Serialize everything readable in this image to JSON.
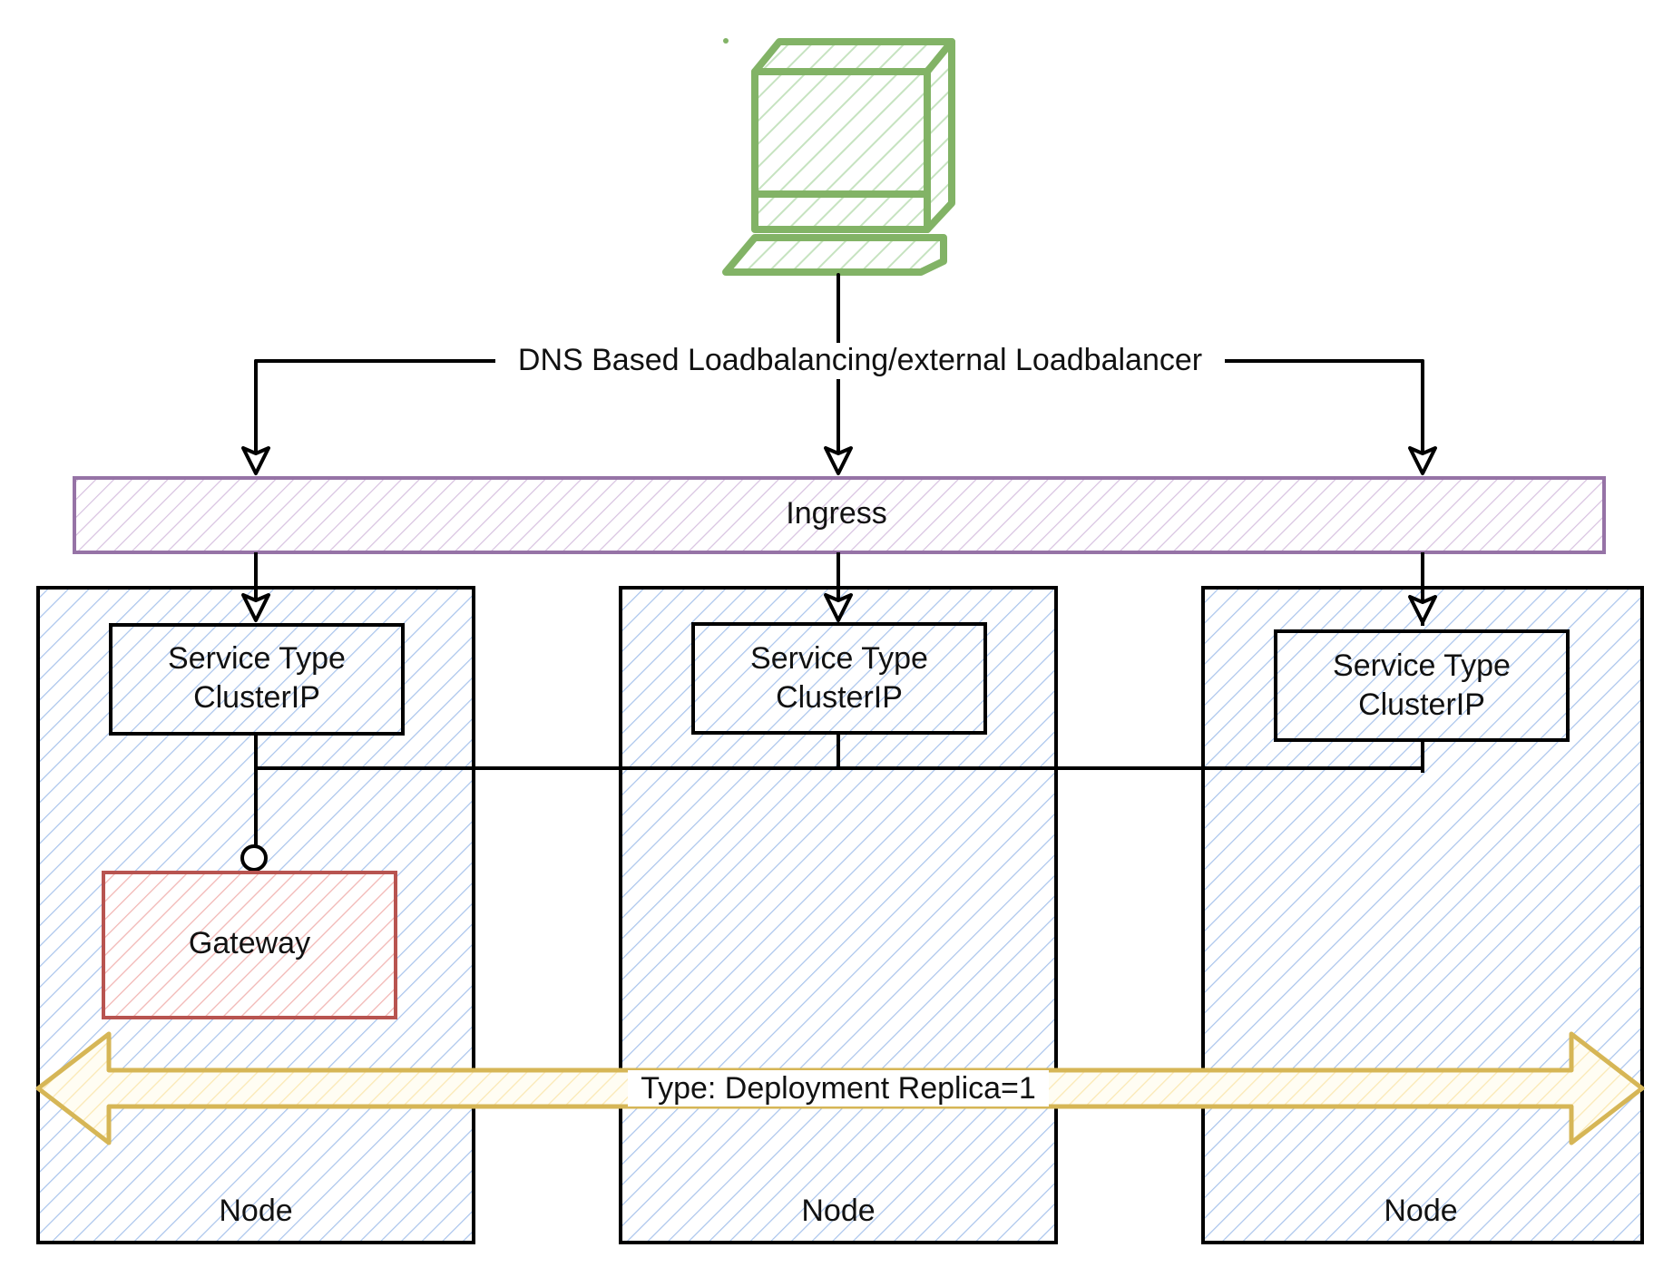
{
  "colors": {
    "computer": "#82b366",
    "computer_fill": "#d5e8d4",
    "ingress": "#9673a6",
    "ingress_fill": "#e1d5e7",
    "node_fill": "#dae8fc",
    "gateway": "#b85450",
    "gateway_fill": "#f8cecc",
    "deployment_arrow": "#d6b656",
    "deployment_fill": "#fff2cc",
    "line": "#000000"
  },
  "computer": {
    "icon": "computer-icon"
  },
  "loadbalancer": {
    "label": "DNS Based Loadbalancing/external Loadbalancer"
  },
  "ingress": {
    "label": "Ingress"
  },
  "nodes": [
    {
      "label": "Node",
      "service": {
        "line1": "Service Type",
        "line2": "ClusterIP"
      }
    },
    {
      "label": "Node",
      "service": {
        "line1": "Service Type",
        "line2": "ClusterIP"
      }
    },
    {
      "label": "Node",
      "service": {
        "line1": "Service Type",
        "line2": "ClusterIP"
      }
    }
  ],
  "gateway": {
    "label": "Gateway"
  },
  "deployment": {
    "label": "Type: Deployment Replica=1"
  }
}
